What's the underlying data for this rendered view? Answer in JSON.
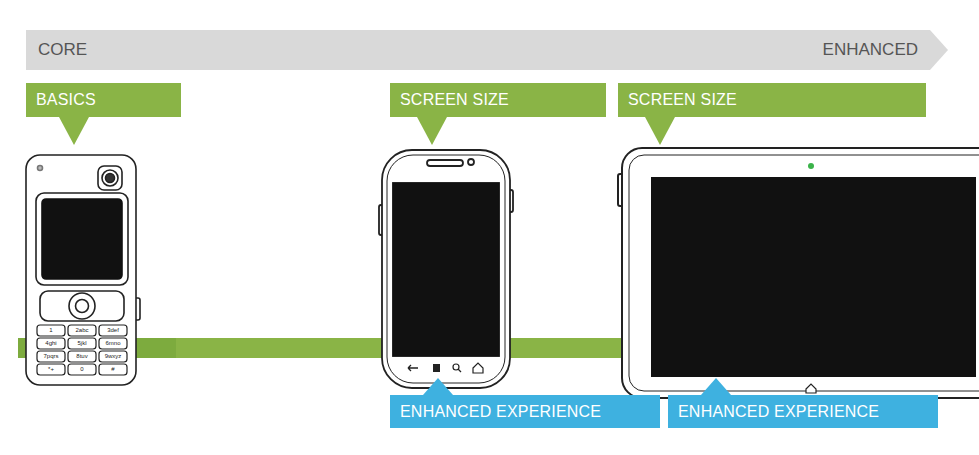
{
  "diagram": {
    "nodes": [
      {
        "text": [
          "CORE",
          "ENHANCED"
        ]
      },
      {
        "text": [
          "BASICS"
        ]
      },
      {
        "text": [
          "SCREEN SIZE"
        ]
      },
      {
        "text": [
          "SCREEN SIZE"
        ]
      },
      {
        "text": [
          "ENHANCED EXPERIENCE"
        ]
      },
      {
        "text": [
          "ENHANCED EXPERIENCE"
        ]
      }
    ],
    "labels": [
      "1",
      "2abc",
      "3def",
      "4ghi",
      "5jkl",
      "6mno",
      "7pqrs",
      "8tuv",
      "9wxyz",
      "*+",
      "0",
      "#"
    ]
  }
}
